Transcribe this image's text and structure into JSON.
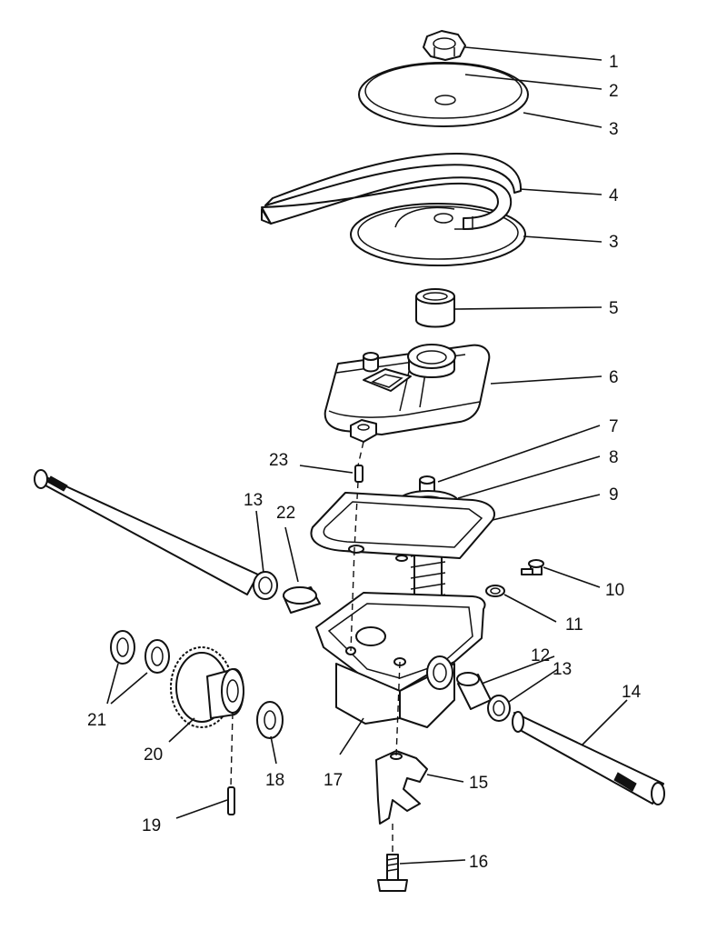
{
  "callouts": {
    "c1": "1",
    "c2": "2",
    "c3a": "3",
    "c4": "4",
    "c3b": "3",
    "c5": "5",
    "c6": "6",
    "c7": "7",
    "c8": "8",
    "c9": "9",
    "c10": "10",
    "c11": "11",
    "c12": "12",
    "c13a": "13",
    "c13b": "13",
    "c14": "14",
    "c15": "15",
    "c16": "16",
    "c17": "17",
    "c18": "18",
    "c19": "19",
    "c20": "20",
    "c21": "21",
    "c22": "22",
    "c23": "23"
  }
}
